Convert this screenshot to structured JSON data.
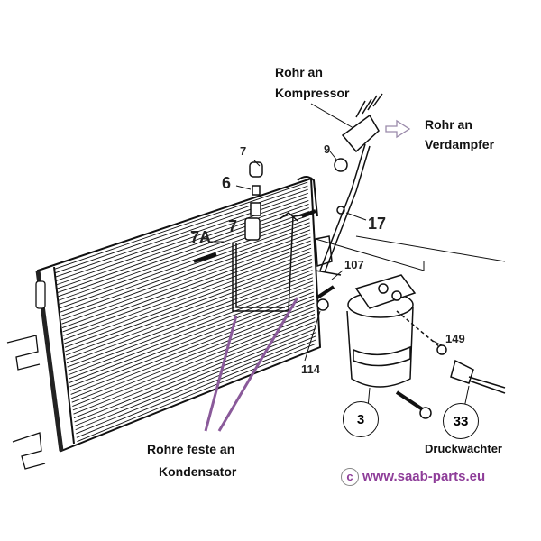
{
  "labels": {
    "compressor_pipe_line1": "Rohr  an",
    "compressor_pipe_line2": "Kompressor",
    "evaporator_pipe_line1": "Rohr an",
    "evaporator_pipe_line2": "Verdampfer",
    "condenser_pipes_line1": "Rohre feste an",
    "condenser_pipes_line2": "Kondensator",
    "pressure_switch": "Druckwächter"
  },
  "part_numbers": {
    "p7_top": "7",
    "p6": "6",
    "p7a": "7A",
    "p7_mid": "7",
    "p9": "9",
    "p17": "17",
    "p107": "107",
    "p114": "114",
    "p149": "149",
    "p3": "3",
    "p33": "33"
  },
  "copyright": {
    "symbol": "c",
    "text": "www.saab-parts.eu"
  },
  "colors": {
    "pointer": "#8a5a9a",
    "copyright": "#8e3d99",
    "line": "#111111"
  }
}
